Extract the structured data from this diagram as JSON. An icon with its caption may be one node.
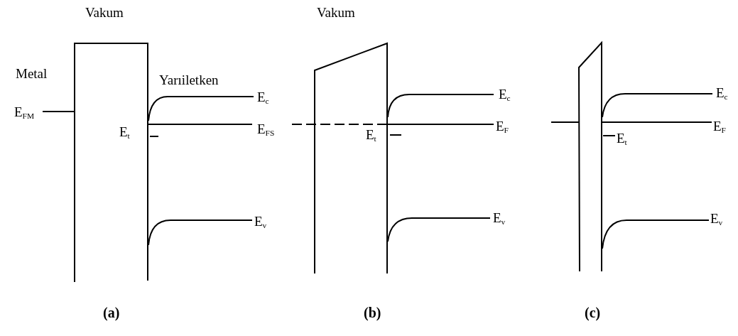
{
  "diagram": {
    "labels": [
      "Vakum",
      "Metal",
      "Yarıiletken",
      "E$_{c}$",
      "E$_{FM}$",
      "E$_{t}$",
      "E$_{FS}$",
      "E$_{v}$",
      "(a)",
      "Vakum",
      "E$_{c}$",
      "E$_{F}$",
      "E$_{t}$",
      "E$_{v}$",
      "(b)",
      "E$_{c}$",
      "E$_{F}$",
      "E$_{t}$",
      "E$_{v}$",
      "(c)"
    ]
  }
}
